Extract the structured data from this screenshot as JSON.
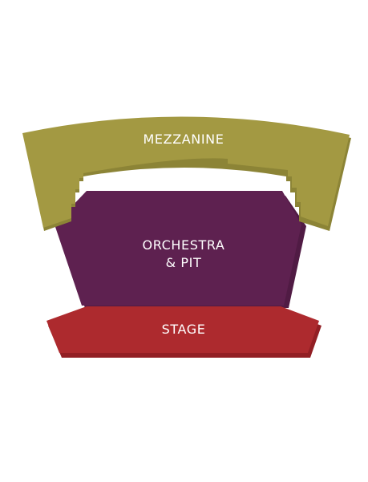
{
  "seat_map": {
    "sections": {
      "mezzanine": {
        "label": "MEZZANINE",
        "color": "#a39942",
        "shade": "#8c8436"
      },
      "orchestra": {
        "label_line1": "ORCHESTRA",
        "label_line2": "& PIT",
        "color": "#5e2150",
        "shade": "#501b44"
      },
      "stage": {
        "label": "STAGE",
        "color": "#ad2a2e",
        "shade": "#921f24"
      }
    }
  }
}
